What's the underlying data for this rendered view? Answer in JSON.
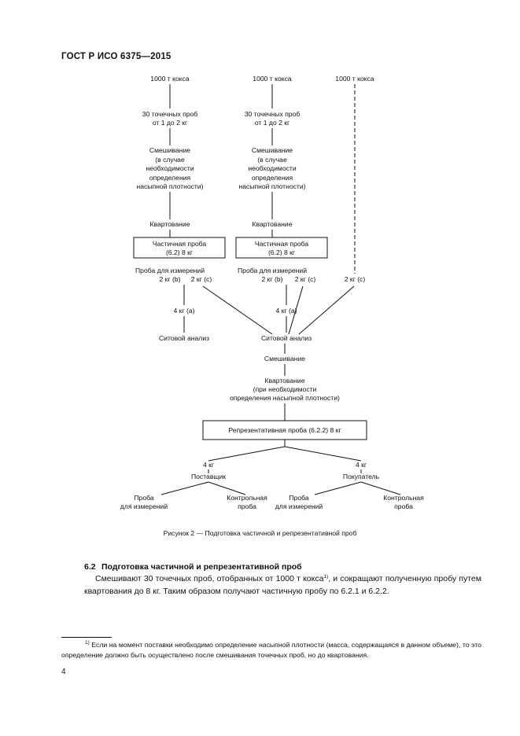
{
  "header": {
    "standard": "ГОСТ Р ИСО 6375—2015"
  },
  "diagram": {
    "col1": {
      "source": "1000 т кокса",
      "increments": [
        "30 точечных проб",
        "от 1 до 2 кг"
      ],
      "mixing": [
        "Смешивание",
        "(в случае",
        "необходимости",
        "определения",
        "насыпной плотности)"
      ],
      "quartering": "Квартование",
      "partial": [
        "Частичная проба",
        "(6.2) 8 кг"
      ],
      "sample_label": "Проба для измерений",
      "b": "2 кг (b)",
      "c": "2 кг (c)",
      "a": "4 кг (a)",
      "sieve": "Ситовой анализ"
    },
    "col2": {
      "source": "1000 т кокса",
      "increments": [
        "30 точечных проб",
        "от 1 до 2 кг"
      ],
      "mixing": [
        "Смешивание",
        "(в случае",
        "необходимости",
        "определения",
        "насыпной плотности)"
      ],
      "quartering": "Квартование",
      "partial": [
        "Частичная проба",
        "(6.2) 8 кг"
      ],
      "sample_label": "Проба для измерений",
      "b": "2 кг (b)",
      "c": "2 кг (c)",
      "a": "4 кг (a)",
      "sieve": "Ситовой анализ"
    },
    "col3": {
      "source": "1000 т кокса",
      "c": "2 кг (c)"
    },
    "mixing": "Смешивание",
    "quartering": [
      "Квартование",
      "(при необходимости",
      "определения насыпной плотности)"
    ],
    "representative": "Репрезентативная проба (6.2.2) 8 кг",
    "supplier": {
      "qty": "4 кг",
      "label": "Поставщик",
      "left": [
        "Проба",
        "для измерений"
      ],
      "right": [
        "Контрольная",
        "проба"
      ]
    },
    "buyer": {
      "qty": "4 кг",
      "label": "Покупатель",
      "left": [
        "Проба",
        "для измерений"
      ],
      "right": [
        "Контрольная",
        "проба"
      ]
    }
  },
  "caption": "Рисунок 2 — Подготовка частичной и репрезентативной проб",
  "section": {
    "number": "6.2",
    "title": "Подготовка частичной и репрезентативной проб"
  },
  "paragraph": {
    "part1": "Смешивают 30 точечных проб, отобранных от 1000 т кокса",
    "sup": "1)",
    "part2": ", и сокращают полученную пробу путем квартования до 8 кг. Таким образом получают частичную пробу по 6.2.1 и 6.2.2."
  },
  "footnote": {
    "sup": "1)",
    "text": " Если на момент поставки необходимо определение насыпной плотности (масса, содержащаяся в данном объеме), то это определение должно быть осуществлено после смешивания точечных проб, но до квартования."
  },
  "page_number": "4"
}
